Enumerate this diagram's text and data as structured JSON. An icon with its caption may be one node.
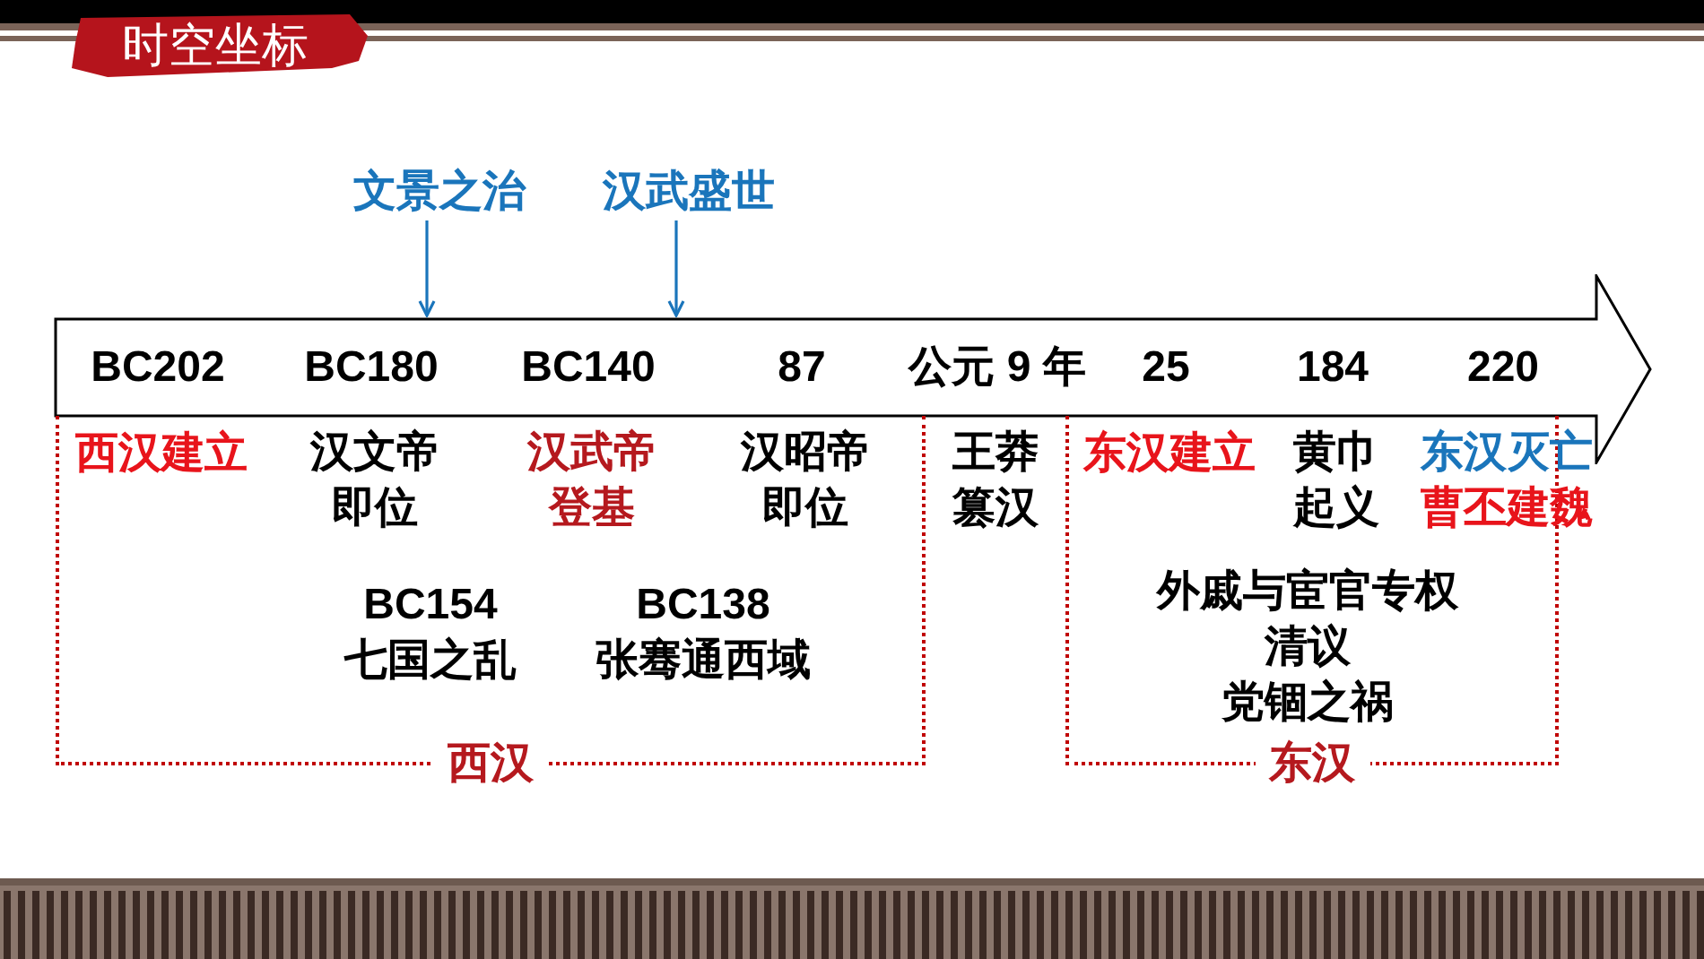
{
  "diagram": {
    "title": "时空坐标",
    "nodes": [
      {
        "text": [],
        "shape": "arrow"
      },
      {
        "text": [
          "BC202"
        ],
        "in": 0
      },
      {
        "text": [
          "BC180"
        ],
        "in": 0
      },
      {
        "text": [
          "BC140"
        ],
        "in": 0
      },
      {
        "text": [
          "87"
        ],
        "in": 0
      },
      {
        "text": [
          "公元 9 年"
        ],
        "in": 0
      },
      {
        "text": [
          "25"
        ],
        "in": 0
      },
      {
        "text": [
          "184"
        ],
        "in": 0
      },
      {
        "text": [
          "220"
        ],
        "in": 0
      },
      {
        "text": [
          "文景之治"
        ]
      },
      {
        "text": [
          "汉武盛世"
        ]
      },
      {
        "text": [
          "西汉"
        ]
      },
      {
        "text": [
          "西汉建立"
        ],
        "in": 11
      },
      {
        "text": [
          "汉文帝即位"
        ],
        "in": 11
      },
      {
        "text": [
          "汉武帝登基"
        ],
        "in": 11
      },
      {
        "text": [
          "汉昭帝即位"
        ],
        "in": 11
      },
      {
        "text": [
          "BC154",
          "七国之乱"
        ],
        "in": 11
      },
      {
        "text": [
          "BC138",
          "张骞通西域"
        ],
        "in": 11
      },
      {
        "text": [
          "王莽篡汉"
        ]
      },
      {
        "text": [
          "东汉"
        ]
      },
      {
        "text": [
          "东汉建立"
        ],
        "in": 19
      },
      {
        "text": [
          "黄巾起义"
        ],
        "in": 19
      },
      {
        "text": [
          "东汉灭亡",
          "曹丕建魏"
        ],
        "in": 19
      },
      {
        "text": [
          "外戚与宦官专权",
          "清议",
          "党锢之祸"
        ],
        "in": 19
      }
    ],
    "edges": [
      {
        "from": 9,
        "to": 0,
        "arrow": "to"
      },
      {
        "from": 10,
        "to": 0,
        "arrow": "to"
      }
    ]
  }
}
